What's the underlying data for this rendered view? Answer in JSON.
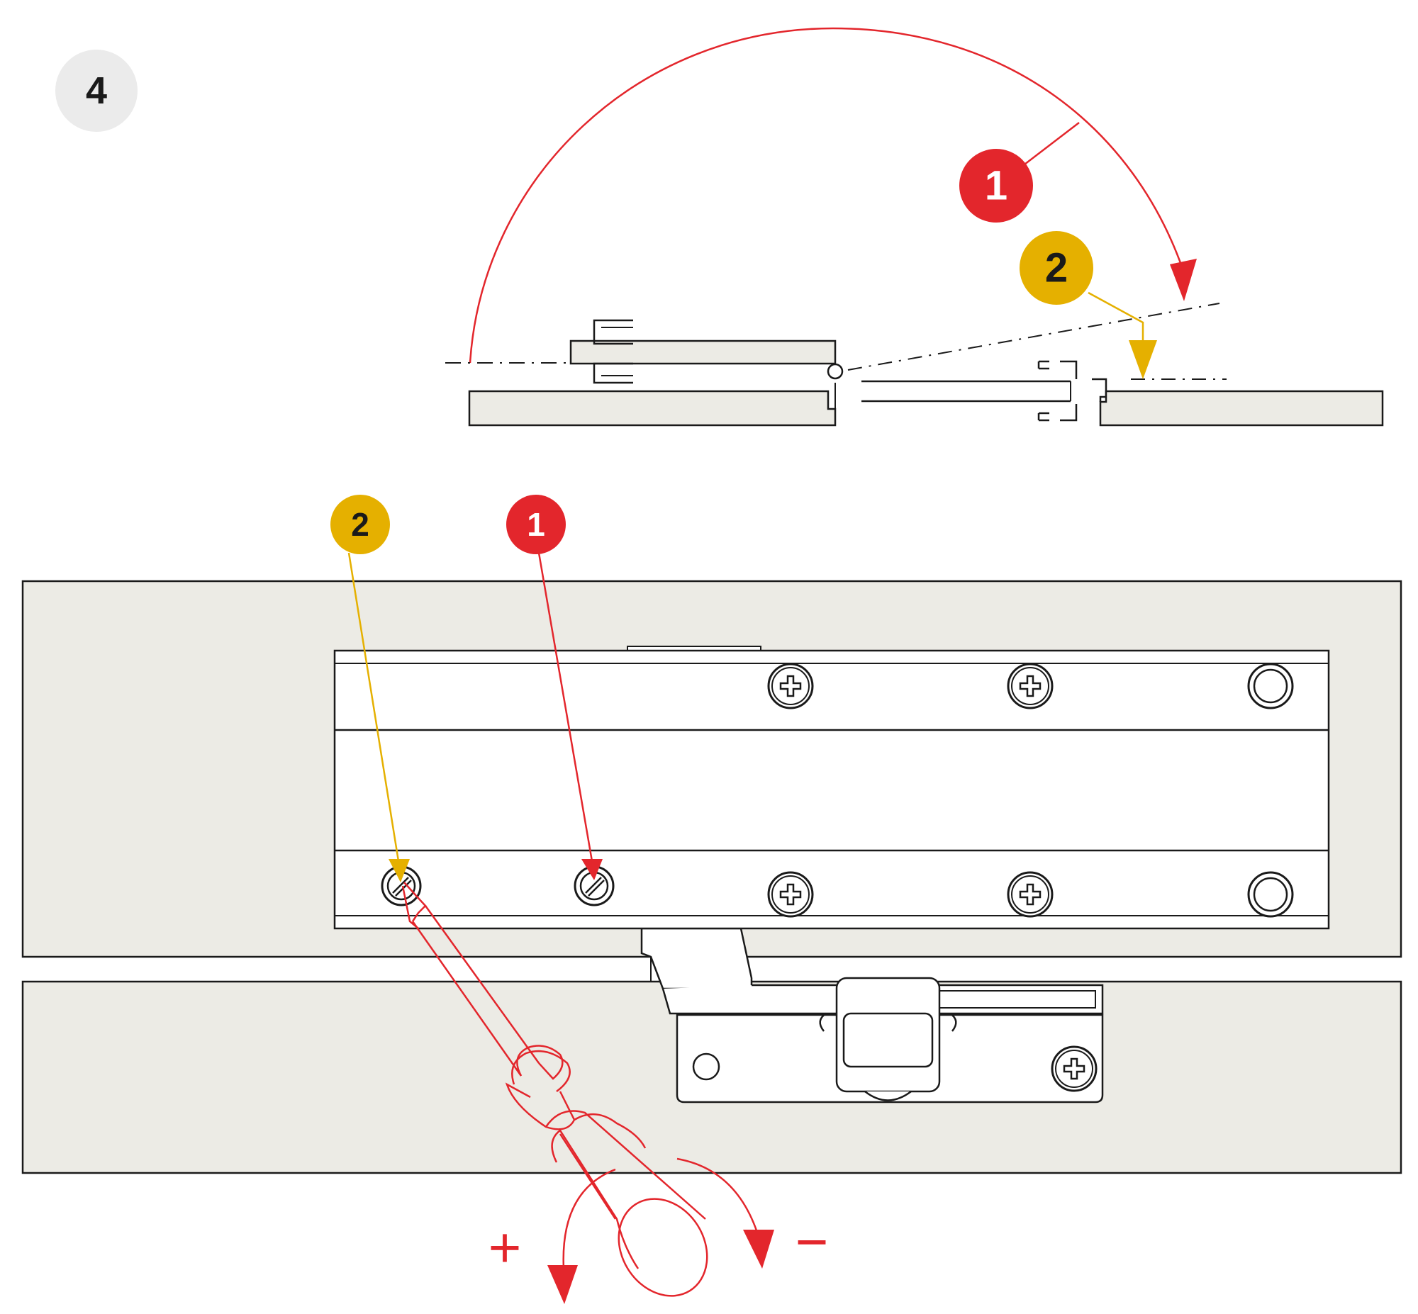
{
  "step": {
    "number": "4"
  },
  "callouts": {
    "red_label": "1",
    "yellow_label": "2"
  },
  "rotation": {
    "plus": "+",
    "minus": "−"
  },
  "colors": {
    "red": "#e3262c",
    "yellow": "#e5b000",
    "panel_fill": "#ecebe5",
    "outline": "#1a1a1a",
    "step_badge": "#ebebeb"
  },
  "icons": [
    "screwdriver-icon",
    "phillips-screw-icon",
    "slotted-screw-icon",
    "rotation-arrow-icon"
  ]
}
